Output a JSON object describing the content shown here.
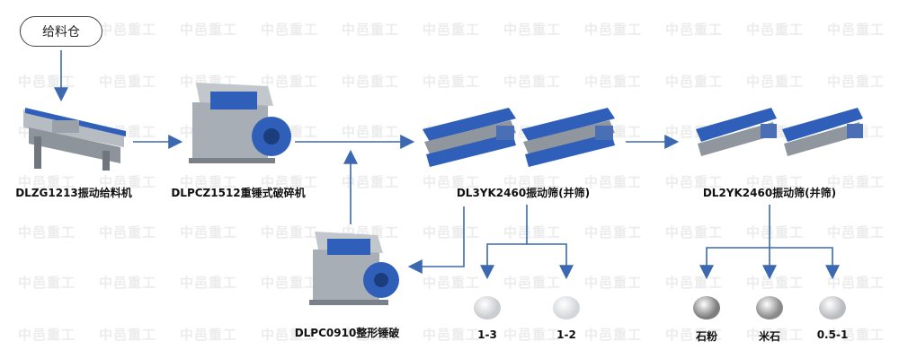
{
  "watermark": "中邑重工",
  "feeder_bin": "给料仓",
  "machines": {
    "feeder": "DLZG1213振动给料机",
    "hammer_crusher": "DLPCZ1512重锤式破碎机",
    "screen_3yk": "DL3YK2460振动筛(并筛)",
    "screen_2yk": "DL2YK2460振动筛(并筛)",
    "shaping_crusher": "DLPC0910整形锤破"
  },
  "products": [
    {
      "label": "1-3",
      "color": "#c9ccd0"
    },
    {
      "label": "1-2",
      "color": "#d4d7da"
    },
    {
      "label": "石粉",
      "color": "#7d7d7d"
    },
    {
      "label": "米石",
      "color": "#8a8a8a"
    },
    {
      "label": "0.5-1",
      "color": "#b9bcc0"
    }
  ],
  "colors": {
    "arrow": "#3b68b0",
    "machine_blue": "#2f5fb8",
    "machine_gray": "#9aa1a8"
  }
}
